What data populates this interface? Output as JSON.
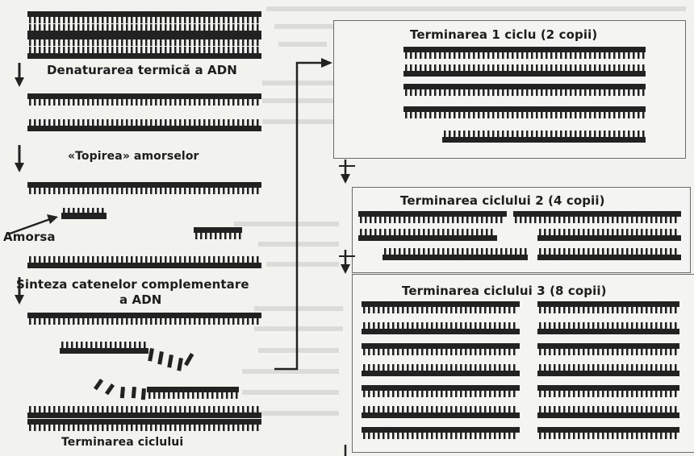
{
  "left": {
    "step1": "Denaturarea termică a ADN",
    "step2": "«Topirea» amorselor",
    "amorsa": "Amorsa",
    "step3_line1": "Sinteza catenelor complementare",
    "step3_line2": "a ADN",
    "step4": "Terminarea ciclului"
  },
  "right": {
    "box1_title": "Terminarea 1 ciclu (2 copii)",
    "box2_title": "Terminarea ciclului 2 (4 copii)",
    "box3_title": "Terminarea ciclului 3 (8 copii)"
  },
  "colors": {
    "strand": "#222222",
    "box_border": "#6a6a6a",
    "background": "#f2f2ef"
  }
}
